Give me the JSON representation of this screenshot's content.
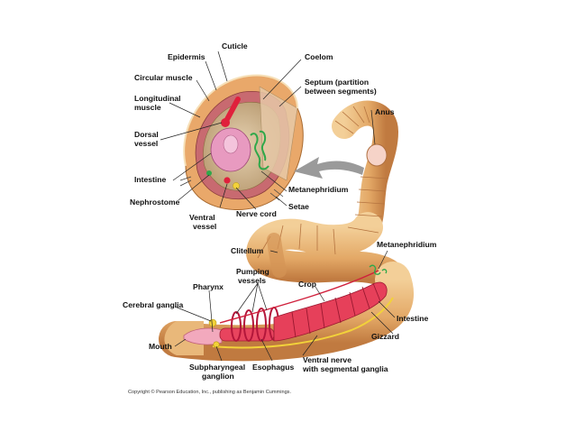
{
  "labels": {
    "cuticle": "Cuticle",
    "epidermis": "Epidermis",
    "circular_muscle": "Circular muscle",
    "longitudinal_muscle_1": "Longitudinal",
    "longitudinal_muscle_2": "muscle",
    "dorsal_vessel_1": "Dorsal",
    "dorsal_vessel_2": "vessel",
    "intestine_cross": "Intestine",
    "nephrostome": "Nephrostome",
    "ventral_vessel_1": "Ventral",
    "ventral_vessel_2": "vessel",
    "nerve_cord": "Nerve cord",
    "coelom": "Coelom",
    "septum_1": "Septum (partition",
    "septum_2": "between segments)",
    "anus": "Anus",
    "metanephridium_cross": "Metanephridium",
    "setae": "Setae",
    "clitellum": "Clitellum",
    "metanephridium_body": "Metanephridium",
    "pumping_vessels_1": "Pumping",
    "pumping_vessels_2": "vessels",
    "pharynx": "Pharynx",
    "crop": "Crop",
    "cerebral_ganglia": "Cerebral ganglia",
    "intestine_body": "Intestine",
    "gizzard": "Gizzard",
    "mouth": "Mouth",
    "ventral_nerve_1": "Ventral nerve",
    "ventral_nerve_2": "with segmental ganglia",
    "subpharyngeal_1": "Subpharyngeal",
    "subpharyngeal_2": "ganglion",
    "esophagus": "Esophagus"
  },
  "copyright": "Copyright © Pearson Education, Inc., publishing as Benjamin Cummings.",
  "colors": {
    "body_skin": "#e8b574",
    "body_shadow": "#c8864a",
    "gut_red": "#e0304a",
    "gut_pink": "#f4b8c8",
    "arrow_gray": "#9a9a9a",
    "metanephridium_green": "#2fa84a",
    "nerve_yellow": "#f2d23a"
  }
}
